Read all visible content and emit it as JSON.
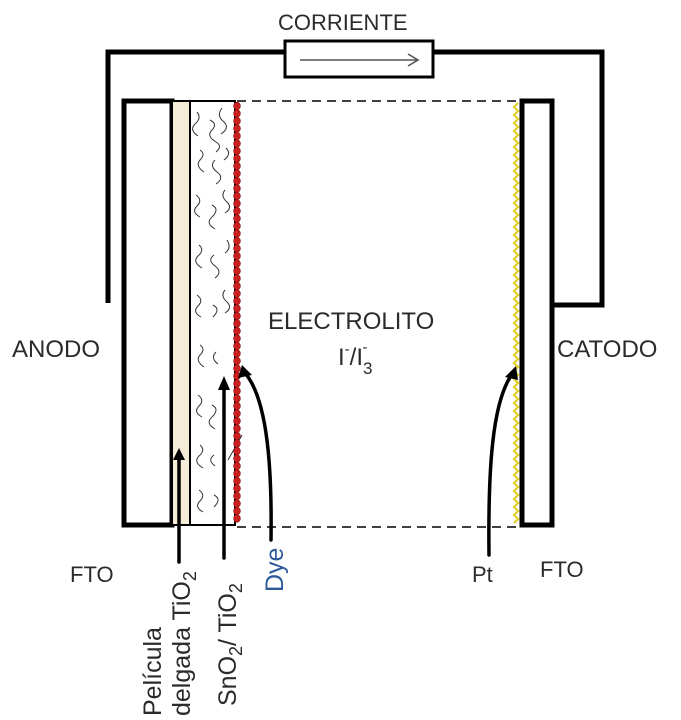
{
  "labels": {
    "current": "CORRIENTE",
    "anode": "ANODO",
    "cathode": "CATODO",
    "electrolyte": "ELECTROLITO",
    "redox_couple": {
      "i1": "I",
      "sup1": "-",
      "slash": "/",
      "i2": "I",
      "sub2": "3",
      "sup2": "-"
    },
    "fto_left": "FTO",
    "fto_right": "FTO",
    "pt": "Pt",
    "dye": "Dye",
    "tin_oxide": {
      "sn": "SnO",
      "sub1": "2",
      "sep": "/ TiO",
      "sub2": "2"
    },
    "thin_film": {
      "line1": "Película",
      "line2": "delgada TiO",
      "sub": "2"
    }
  },
  "colors": {
    "stroke": "#000000",
    "dye": "#cc1f1f",
    "platinum": "#e3cf2a",
    "tio2_film": "#f4ecd6",
    "dye_label": "#2e5a9c"
  }
}
